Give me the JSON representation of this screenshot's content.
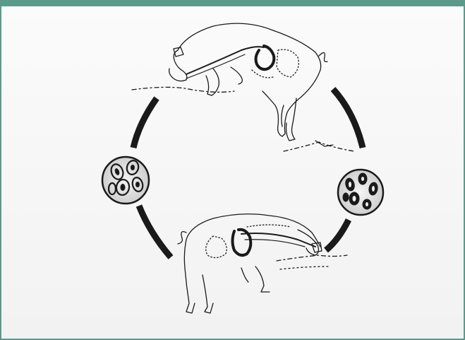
{
  "colors": {
    "frame": "#5b9a8b",
    "background": "#f7f7f7",
    "ink": "#1a1a1a"
  },
  "diagram": {
    "cycle_stages": [
      {
        "name": "pig-rooting-top",
        "icon": "pig-rooting-icon"
      },
      {
        "name": "cyst-right",
        "icon": "encysted-larvae-icon"
      },
      {
        "name": "pig-rooting-bottom",
        "icon": "pig-rooting-icon"
      },
      {
        "name": "cyst-left",
        "icon": "encysted-larvae-icon"
      }
    ]
  }
}
